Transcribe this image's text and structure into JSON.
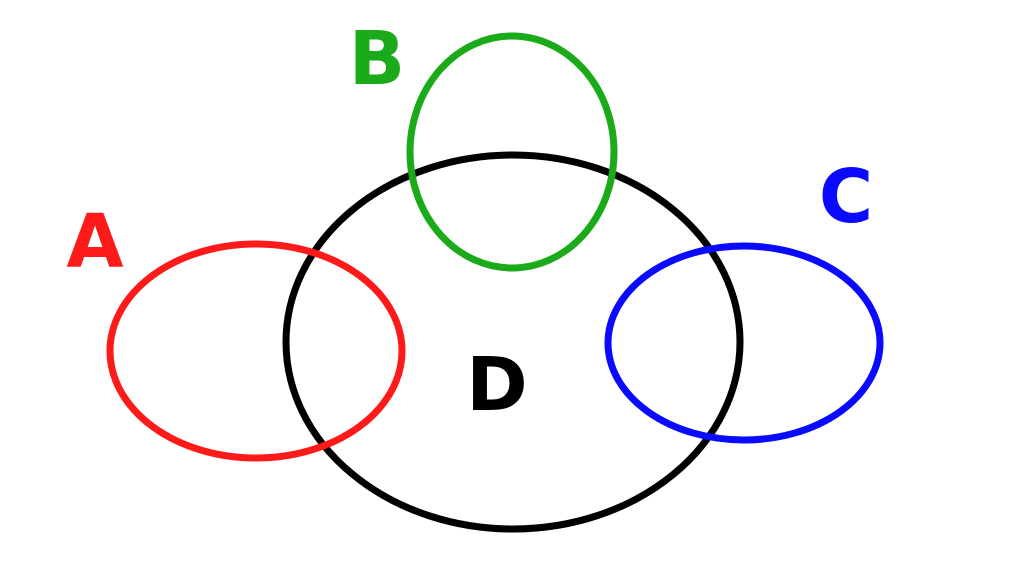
{
  "sets": [
    {
      "id": "A",
      "label": "A",
      "color": "#ff1a1a"
    },
    {
      "id": "B",
      "label": "B",
      "color": "#1aaa1a"
    },
    {
      "id": "C",
      "label": "C",
      "color": "#0a0aff"
    },
    {
      "id": "D",
      "label": "D",
      "color": "#000000"
    }
  ]
}
